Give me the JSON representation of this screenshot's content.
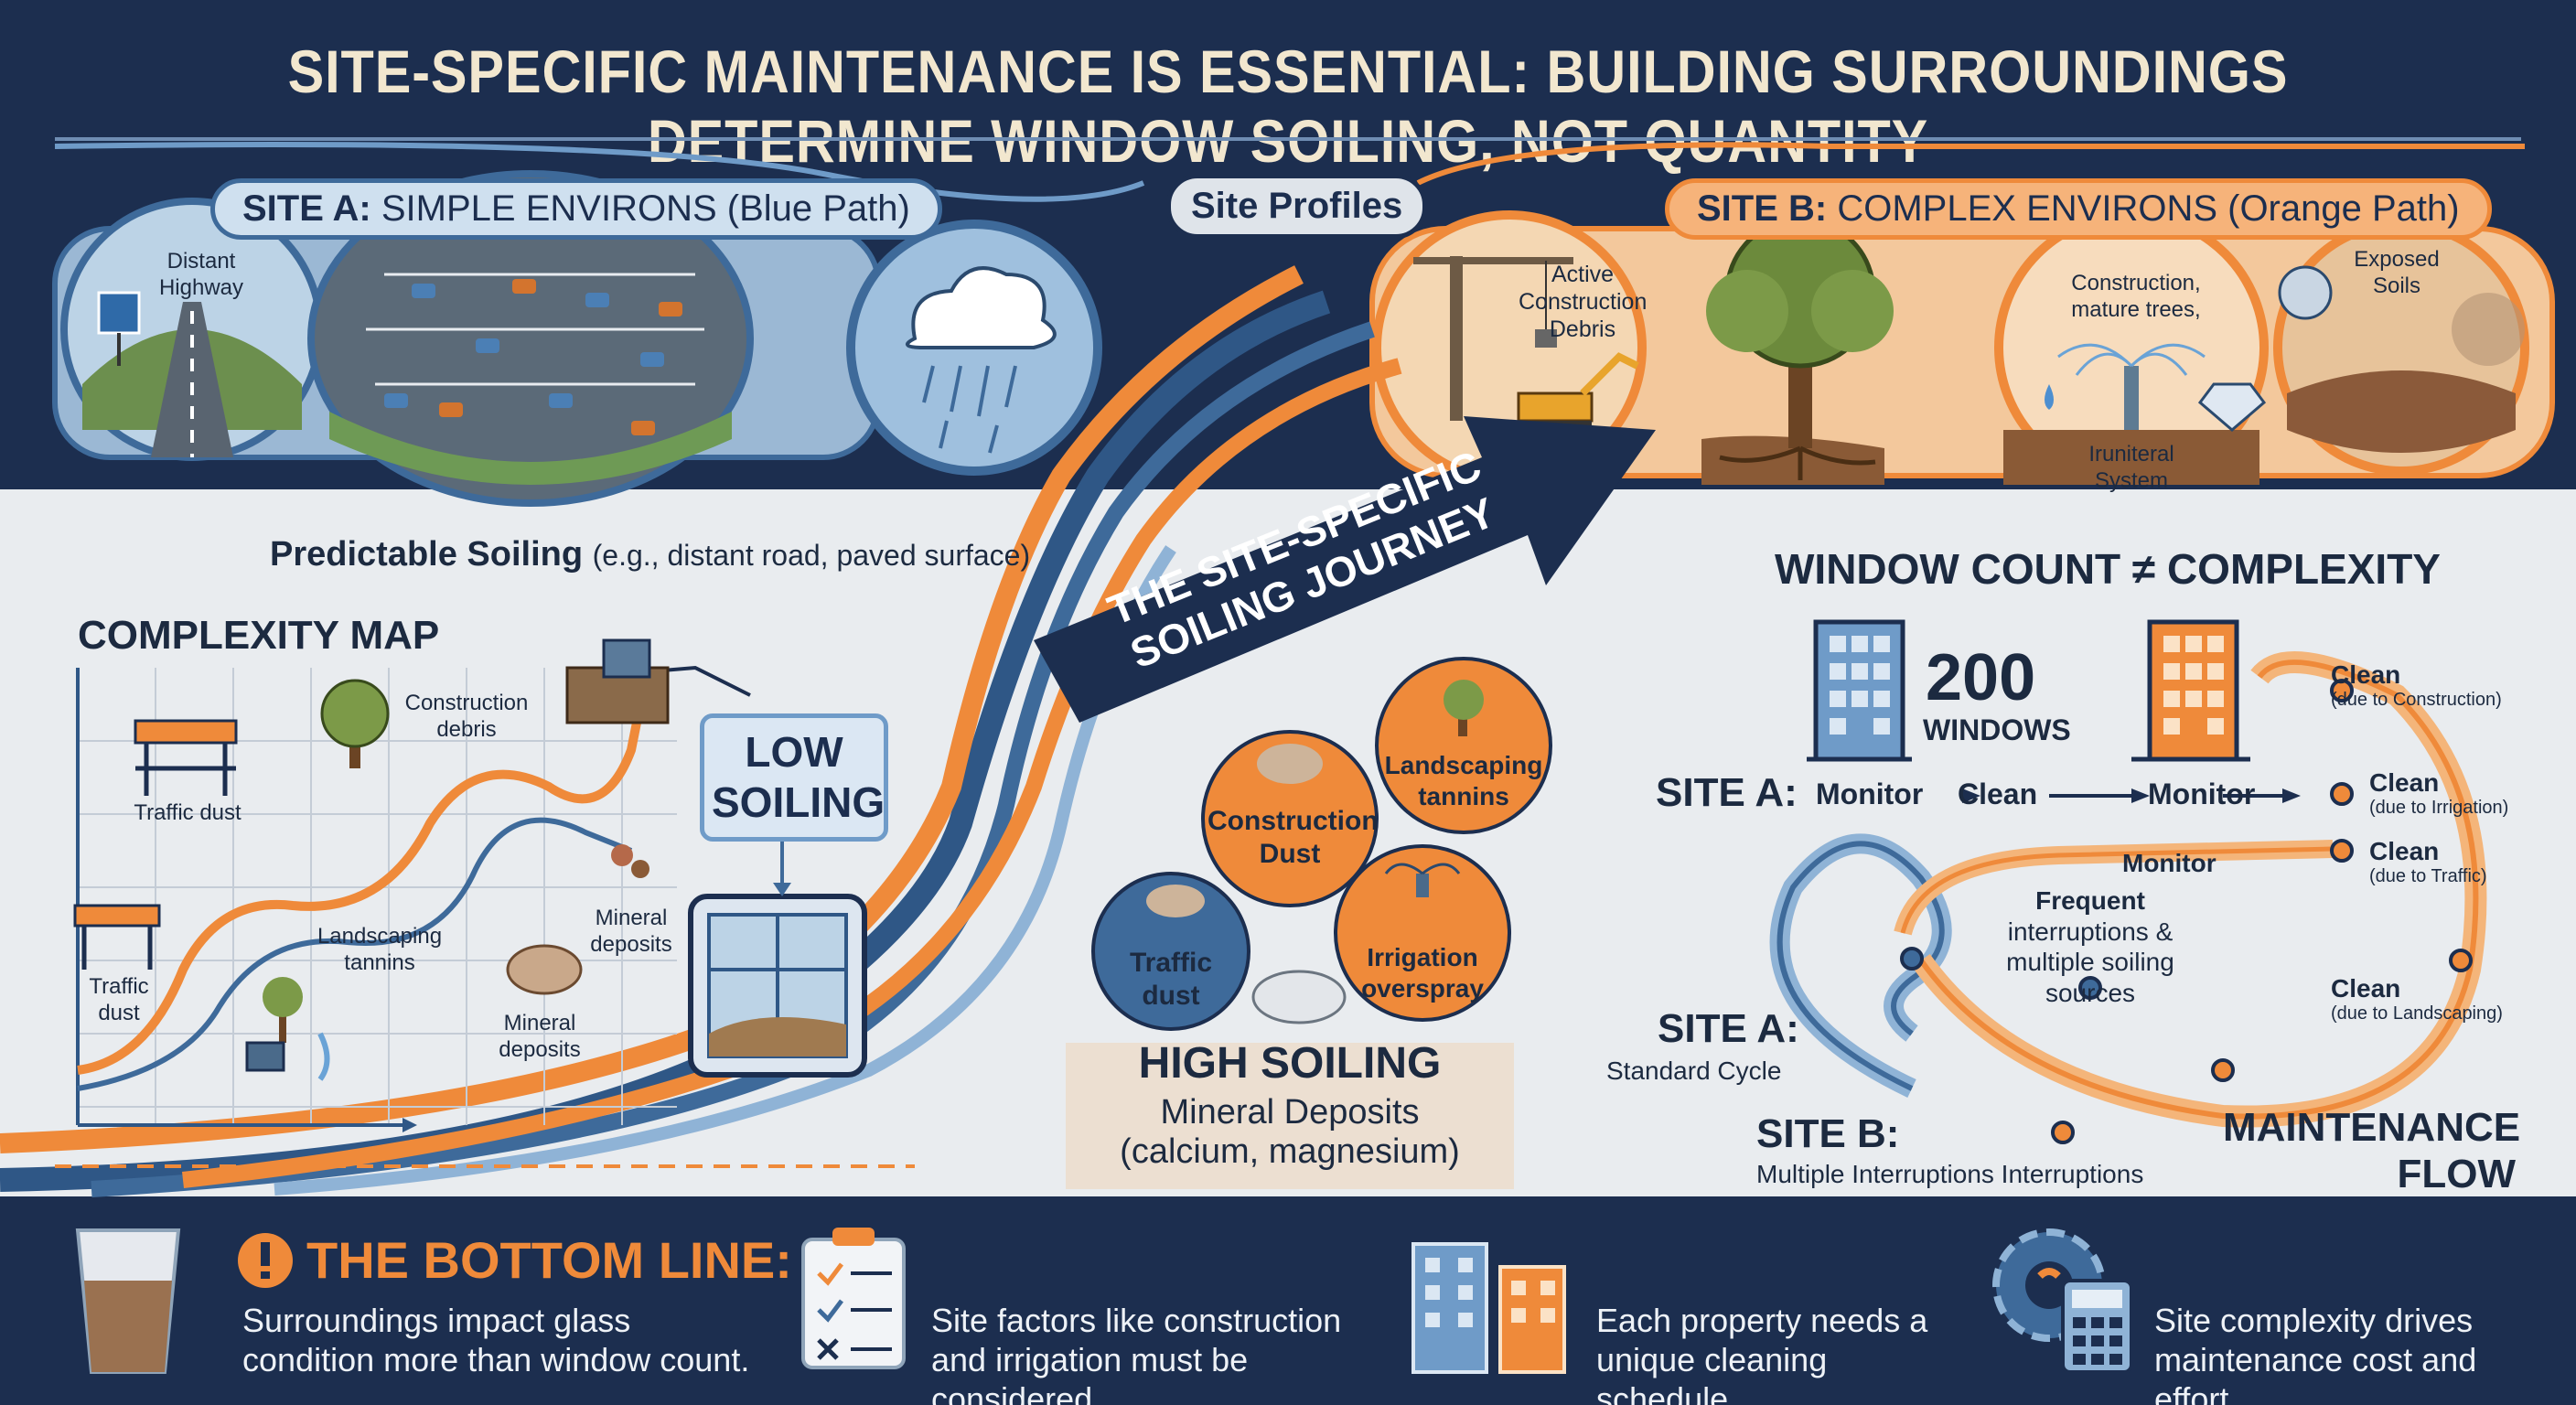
{
  "title": "SITE-SPECIFIC MAINTENANCE IS ESSENTIAL: BUILDING SURROUNDINGS DETERMINE WINDOW SOILING, NOT QUANTITY",
  "site_profiles": "Site Profiles",
  "site_a": {
    "prefix": "SITE A:",
    "header": "SIMPLE ENVIRONS (Blue Path)",
    "highway_label": "Distant Highway",
    "caption_bold": "Predictable Soiling",
    "caption_rest": "(e.g., distant road, paved surface)"
  },
  "site_b": {
    "prefix": "SITE B:",
    "header": "COMPLEX ENVIRONS (Orange Path)",
    "construction_label": "Active Construction Debris",
    "trees_label": "Construction, mature trees,",
    "irrigation_label": "Iruniteral System",
    "soils_label": "Exposed Soils"
  },
  "complexity_map": {
    "title": "COMPLEXITY MAP",
    "traffic_dust_1": "Traffic dust",
    "construction_debris": "Construction debris",
    "traffic_dust_2": "Traffic dust",
    "landscaping_tannins": "Landscaping tannins",
    "mineral_deposits_1": "Mineral deposits",
    "mineral_deposits_2": "Mineral deposits"
  },
  "low_soiling": "LOW SOILING",
  "journey_banner": "THE SITE-SPECIFIC SOILING JOURNEY",
  "soil_sources": {
    "construction_dust": "Construction Dust",
    "landscaping_tannins": "Landscaping tannins",
    "traffic_dust": "Traffic dust",
    "irrigation_overspray": "Irrigation overspray"
  },
  "high_soiling": {
    "title": "HIGH SOILING",
    "line1": "Mineral Deposits",
    "line2": "(calcium, magnesium)"
  },
  "window_count": {
    "title": "WINDOW COUNT ≠ COMPLEXITY",
    "number": "200",
    "unit": "WINDOWS"
  },
  "maintenance_flow": {
    "site_a_label": "SITE A:",
    "monitor1": "Monitor",
    "clean1": "Clean",
    "monitor2": "Monitor",
    "monitor3": "Monitor",
    "clean_construction": "Clean",
    "clean_construction_note": "(due to Construction)",
    "clean_irrigation": "Clean",
    "clean_irrigation_note": "(due to Irrigation)",
    "clean_traffic": "Clean",
    "clean_traffic_note": "(due to Traffic)",
    "clean_landscaping": "Clean",
    "clean_landscaping_note": "(due to Landscaping)",
    "frequent": "Frequent",
    "frequent_rest": "interruptions & multiple soiling sources",
    "site_a_cycle_label": "SITE A:",
    "site_a_cycle": "Standard Cycle",
    "site_b_label": "SITE B:",
    "site_b_cycle": "Multiple Interruptions Interruptions",
    "flow_title": "MAINTENANCE FLOW"
  },
  "bottom_line": {
    "title": "THE BOTTOM LINE:",
    "item1": "Surroundings impact glass condition more than window count.",
    "item2": "Site factors like construction and irrigation must be considered.",
    "item3": "Each property needs a unique cleaning schedule.",
    "item4": "Site complexity drives maintenance cost and effort."
  },
  "colors": {
    "navy": "#1c2e4f",
    "blue_path": "#3e6a9a",
    "light_blue": "#8fb3d6",
    "orange": "#ef8a3a",
    "cream": "#f2e7cf",
    "light_bg": "#e9ecef"
  }
}
